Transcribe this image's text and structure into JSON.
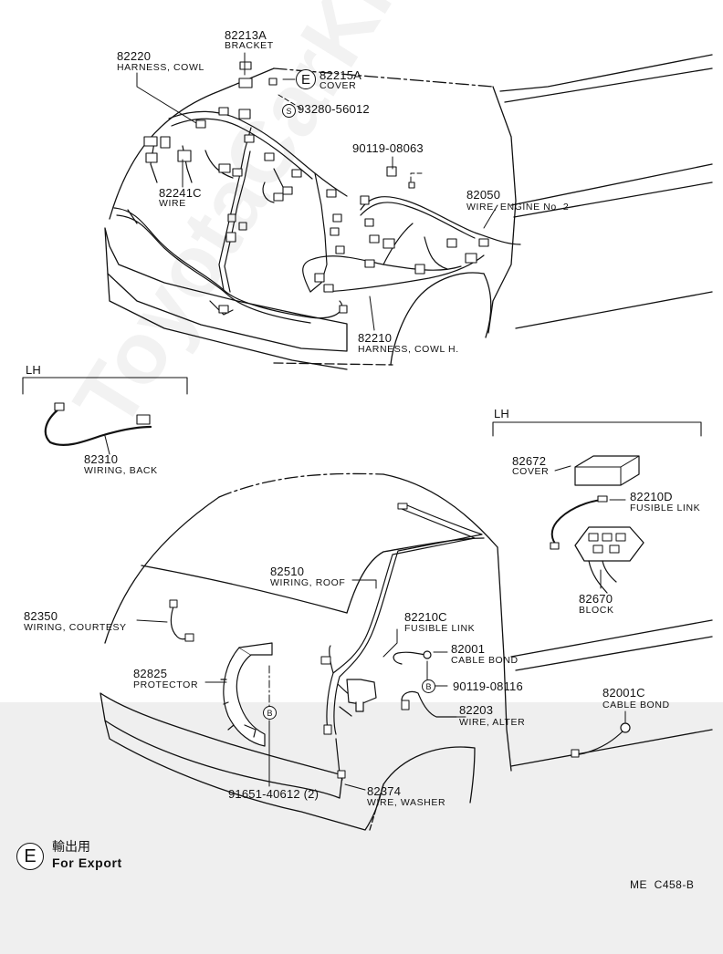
{
  "parts": [
    {
      "num": "82213A",
      "name": "BRACKET"
    },
    {
      "num": "82220",
      "name": "HARNESS, COWL"
    },
    {
      "num": "82215A",
      "name": "COVER"
    },
    {
      "num": "93280-56012",
      "name": ""
    },
    {
      "num": "90119-08063",
      "name": ""
    },
    {
      "num": "82241C",
      "name": "WIRE"
    },
    {
      "num": "82050",
      "name": "WIRE, ENGINE No. 2"
    },
    {
      "num": "82210",
      "name": "HARNESS, COWL H."
    },
    {
      "num": "82310",
      "name": "WIRING, BACK"
    },
    {
      "num": "82672",
      "name": "COVER"
    },
    {
      "num": "82210D",
      "name": "FUSIBLE LINK"
    },
    {
      "num": "82670",
      "name": "BLOCK"
    },
    {
      "num": "82510",
      "name": "WIRING, ROOF"
    },
    {
      "num": "82210C",
      "name": "FUSIBLE LINK"
    },
    {
      "num": "82350",
      "name": "WIRING, COURTESY"
    },
    {
      "num": "82001",
      "name": "CABLE BOND"
    },
    {
      "num": "90119-08116",
      "name": ""
    },
    {
      "num": "82825",
      "name": "PROTECTOR"
    },
    {
      "num": "82203",
      "name": "WIRE, ALTER"
    },
    {
      "num": "82001C",
      "name": "CABLE BOND"
    },
    {
      "num": "91651-40612 (2)",
      "name": ""
    },
    {
      "num": "82374",
      "name": "WIRE, WASHER"
    }
  ],
  "markers": {
    "export": "E",
    "s": "S",
    "b": "B"
  },
  "sections": {
    "lh_left": "LH",
    "lh_right": "LH"
  },
  "legend": {
    "symbol": "E",
    "jp": "輸出用",
    "en": "For  Export"
  },
  "ref_code": "ME  C458-B",
  "watermark": "ToyotaCarKit.ru"
}
